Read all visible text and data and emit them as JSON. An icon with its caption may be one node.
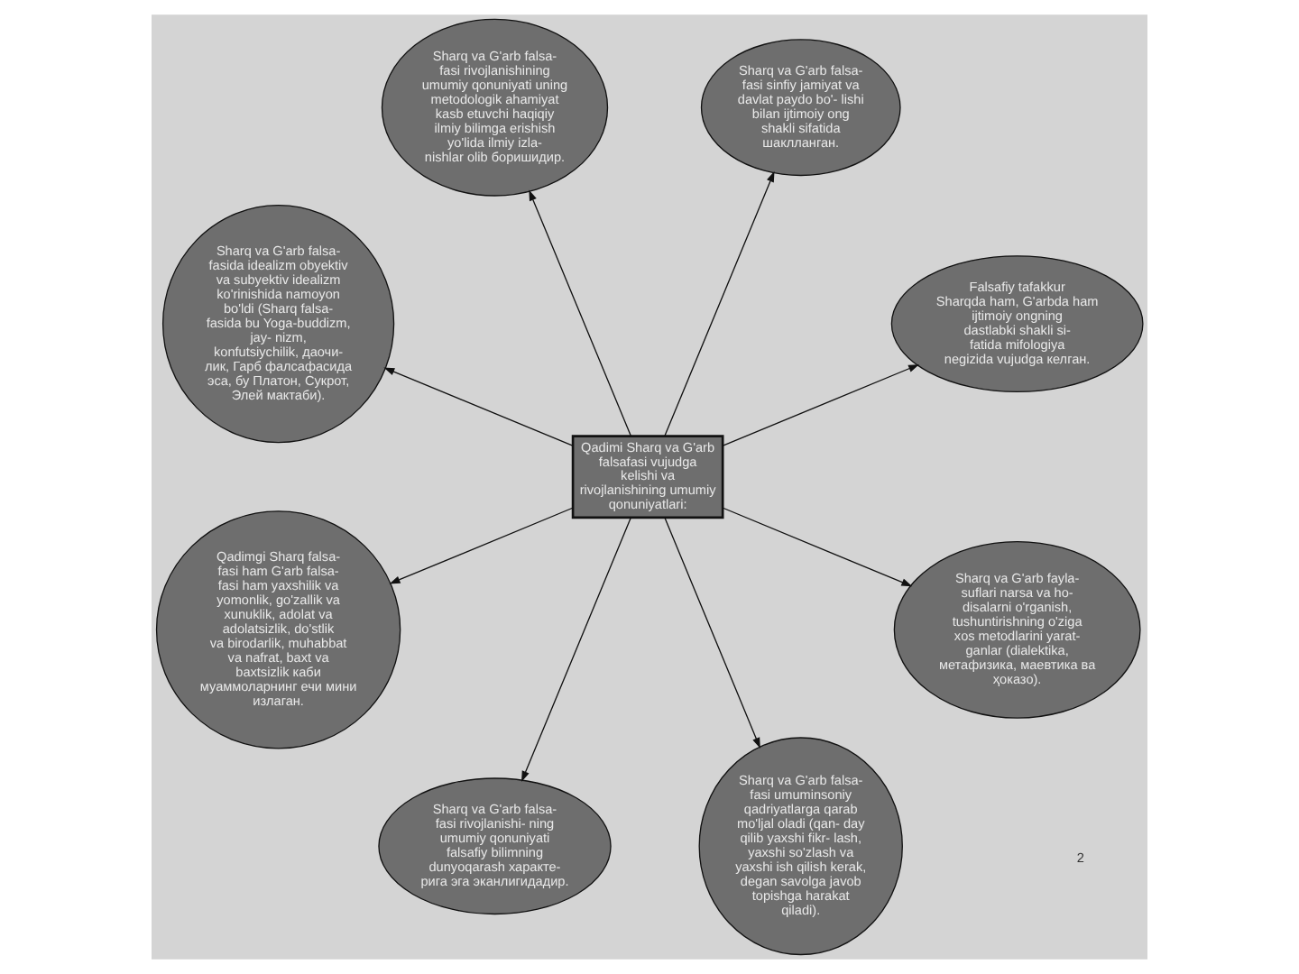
{
  "diagram": {
    "nodes": [
      {
        "text": [
          "Falsafiy tafakkur Sharqda ham, G'arbda ham ijtimoiy ongning dastlabki shakli si- fatida mifologiya negizida vujudga келган."
        ]
      },
      {
        "text": [
          "Sharq va G'arb falsa- fasi sinfiy jamiyat va davlat paydo bo'- lishi bilan ijtimoiy ong shakli sifatida шаклланган."
        ]
      },
      {
        "text": [
          "Sharq va G'arb falsa- fasi rivojlanishining umumiy qonuniyati uning metodologik ahamiyat kasb etuvchi haqiqiy ilmiy bilimga erishish yo'lida ilmiy izla- nishlar olib боришидир."
        ]
      },
      {
        "text": [
          "Sharq va G'arb falsa- fasida idealizm obyektiv va subyektiv idealizm ko'rinishida namoyon bo'ldi (Sharq falsa- fasida bu Yoga-buddizm, jay- nizm, konfutsiychilik, даочи- лик, Гарб фалсафасида эса, бу Платон, Сукрот, Элей мактаби)."
        ]
      },
      {
        "text": [
          "Qadimi Sharq va G'arb falsafasi vujudga kelishi va rivojlanishining umumiy qonuniyatlari:"
        ]
      },
      {
        "text": [
          "Qadimgi Sharq falsa- fasi ham G'arb falsa- fasi ham yaxshilik va yomonlik, go'zallik va xunuklik, adolat va adolatsizlik, do'stlik va birodarlik, muhabbat va nafrat, baxt va baxtsizlik каби муаммоларнинг ечи мини излаган."
        ]
      },
      {
        "text": [
          "Sharq va G'arb falsa- fasi rivojlanishi- ning umumiy qonuniyati falsafiy bilimning dunyoqarash характе- рига эга эканлигидадир."
        ]
      },
      {
        "text": [
          "Sharq va G'arb falsa- fasi umuminsoniy qadriyatlarga qarab mo'ljal oladi (qan- day qilib yaxshi fikr- lash, yaxshi so'zlash va yaxshi ish qilish kerak, degan savolga javob topishga harakat qiladi)."
        ]
      },
      {
        "text": [
          "Sharq va G'arb fayla- suflari narsa va ho- disalarni o'rganish, tushuntirishning o'ziga xos metodlarini yarat- ganlar (dialektika, метафизика, маевтика ва ҳоказо)."
        ]
      }
    ],
    "edges": [
      {
        "from": 4,
        "to": 0,
        "arrow": "to"
      },
      {
        "from": 4,
        "to": 1,
        "arrow": "to"
      },
      {
        "from": 4,
        "to": 2,
        "arrow": "to"
      },
      {
        "from": 4,
        "to": 3,
        "arrow": "to"
      },
      {
        "from": 4,
        "to": 5,
        "arrow": "to"
      },
      {
        "from": 4,
        "to": 6,
        "arrow": "to"
      },
      {
        "from": 4,
        "to": 7,
        "arrow": "to"
      },
      {
        "from": 4,
        "to": 8,
        "arrow": "to"
      }
    ],
    "labels": [
      "2"
    ]
  }
}
